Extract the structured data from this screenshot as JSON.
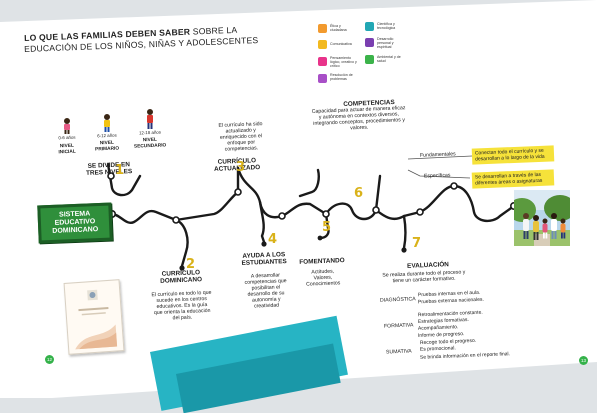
{
  "title": "LO QUE LAS FAMILIAS DEBEN SABER",
  "title_rest": " SOBRE LA",
  "subtitle": "EDUCACIÓN DE LOS NIÑOS, NIÑAS Y ADOLESCENTES",
  "sistema": "SISTEMA EDUCATIVO DOMINICANO",
  "levels": [
    {
      "age": "0-6 años",
      "label": "NIVEL INICIAL"
    },
    {
      "age": "6-12 años",
      "label": "NIVEL PRIMARIO"
    },
    {
      "age": "12-18 años",
      "label": "NIVEL SECUNDARIO"
    }
  ],
  "divide_title": "SE DIVIDE EN TRES NIVELES",
  "curriculo_act": {
    "text": "El currículo ha sido actualizado y enriquecido con el enfoque por competencias.",
    "title": "CURRÍCULO ACTUALIZADO"
  },
  "competencias": {
    "title": "COMPETENCIAS",
    "text": "Capacidad para actuar de manera eficaz y autónoma en contextos diversos, integrando conceptos, procedimientos y valores.",
    "items": [
      "Ética y ciudadana",
      "Científica y tecnológica",
      "Comunicativa",
      "Desarrollo personal y espiritual",
      "Pensamiento lógico, creativo y crítico",
      "Ambiental y de salud",
      "Resolución de problemas"
    ],
    "fund_label": "Fundamentales",
    "fund_text": "Conectan todo el currículo y se desarrollan a lo largo de la vida",
    "esp_label": "Específicas",
    "esp_text": "Se desarrollan a través de las diferentes áreas o asignaturas"
  },
  "numbers": [
    "1",
    "2",
    "3",
    "4",
    "5",
    "6",
    "7"
  ],
  "curriculo_dom": {
    "title": "CURRÍCULO DOMINICANO",
    "text": "El currículo es todo lo que sucede en los centros educativos. Es la guía que orienta la educación del país."
  },
  "ayuda": {
    "title": "AYUDA A LOS ESTUDIANTES",
    "text": "A desarrollar competencias que posibilitan el desarrollo de su autonomía y creatividad"
  },
  "fomentando": {
    "title": "FOMENTANDO",
    "text": "Actitudes, Valores, Conocimientos"
  },
  "evaluacion": {
    "title": "EVALUACIÓN",
    "text": "Se realiza durante todo el proceso y tiene un carácter formativo.",
    "types": [
      {
        "name": "DIAGNÓSTICA",
        "lines": [
          "Pruebas internas en el aula.",
          "Pruebas externas nacionales."
        ]
      },
      {
        "name": "FORMATIVA",
        "lines": [
          "Retroalimentación constante.",
          "Estrategias formativas.",
          "Acompañamiento.",
          "Informe de progreso."
        ]
      },
      {
        "name": "SUMATIVA",
        "lines": [
          "Recoge todo el progreso.",
          "Es promocional.",
          "Se brinda información en el reporte final."
        ]
      }
    ]
  },
  "page_left": "12",
  "page_right": "13",
  "colors": {
    "accent_green": "#2f8f3b",
    "highlight_yellow": "#f6e23a",
    "number_gold": "#d9b21a",
    "teal": "#27b4c4"
  }
}
